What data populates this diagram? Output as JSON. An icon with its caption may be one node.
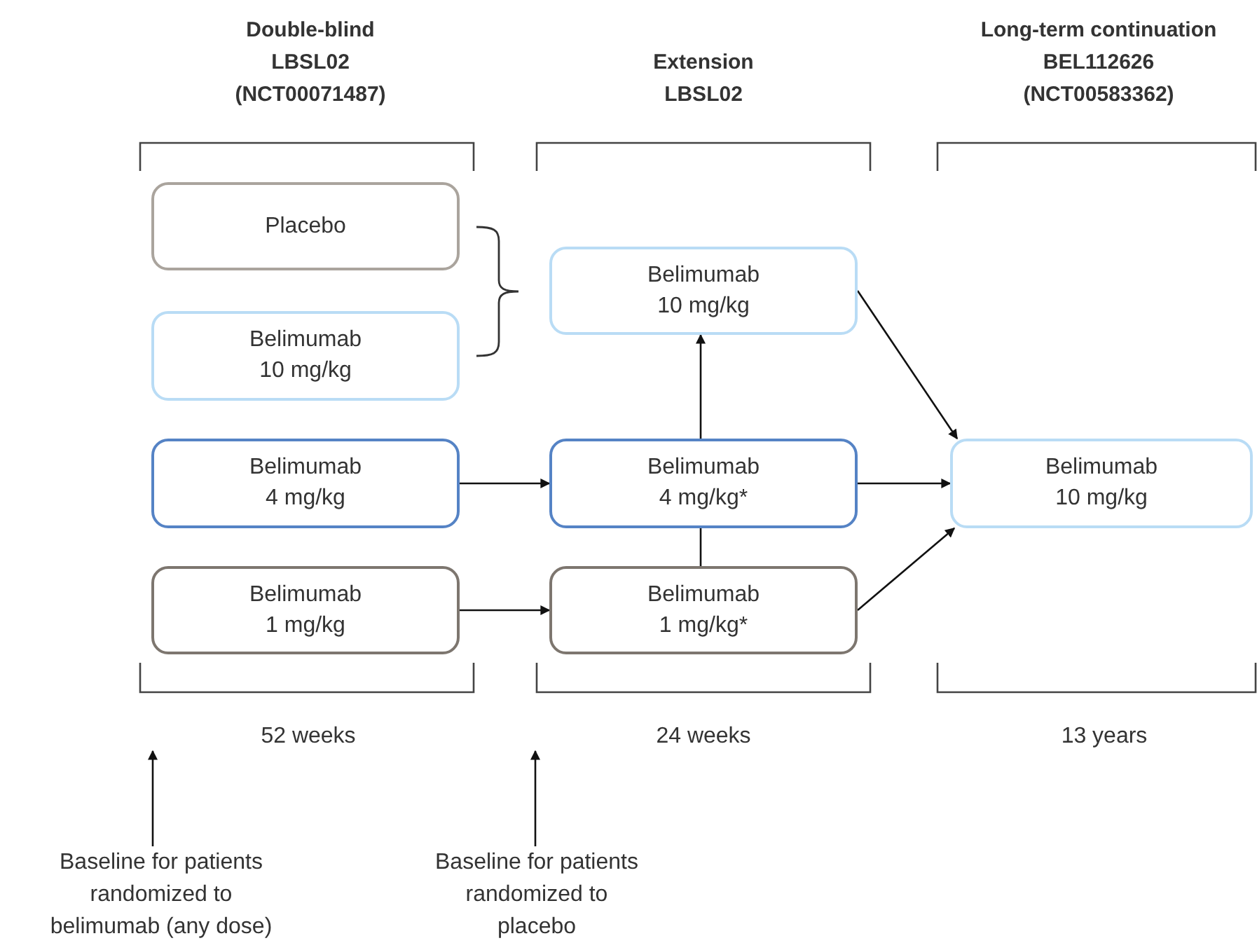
{
  "diagram": {
    "nodes": [
      {
        "text": [
          "Placebo"
        ]
      },
      {
        "text": [
          "Belimumab 10 mg/kg"
        ]
      },
      {
        "text": [
          "Belimumab 4 mg/kg"
        ]
      },
      {
        "text": [
          "Belimumab 1 mg/kg"
        ]
      },
      {
        "text": [
          "Belimumab 10 mg/kg"
        ]
      },
      {
        "text": [
          "Belimumab 4 mg/kg*"
        ]
      },
      {
        "text": [
          "Belimumab 1 mg/kg*"
        ]
      },
      {
        "text": [
          "Belimumab 10 mg/kg"
        ]
      },
      {
        "text": [
          "Baseline for patients randomized to belimumab (any dose)"
        ]
      },
      {
        "text": [
          "Baseline for patients randomized to placebo"
        ]
      }
    ],
    "edges": [
      {
        "from": 2,
        "to": 5,
        "arrow": "to"
      },
      {
        "from": 3,
        "to": 6,
        "arrow": "to"
      },
      {
        "from": 5,
        "to": 4,
        "arrow": "to"
      },
      {
        "from": 6,
        "to": 5,
        "arrow": "none"
      },
      {
        "from": 4,
        "to": 7,
        "arrow": "to"
      },
      {
        "from": 5,
        "to": 7,
        "arrow": "to"
      },
      {
        "from": 6,
        "to": 7,
        "arrow": "to"
      },
      {
        "from": 8,
        "to": null,
        "arrow": "to"
      },
      {
        "from": 9,
        "to": null,
        "arrow": "to"
      }
    ],
    "labels": [
      "Double-blind LBSL02 (NCT00071487)",
      "Extension LBSL02",
      "Long-term continuation BEL112626 (NCT00583362)",
      "52 weeks",
      "24 weeks",
      "13 years"
    ]
  }
}
